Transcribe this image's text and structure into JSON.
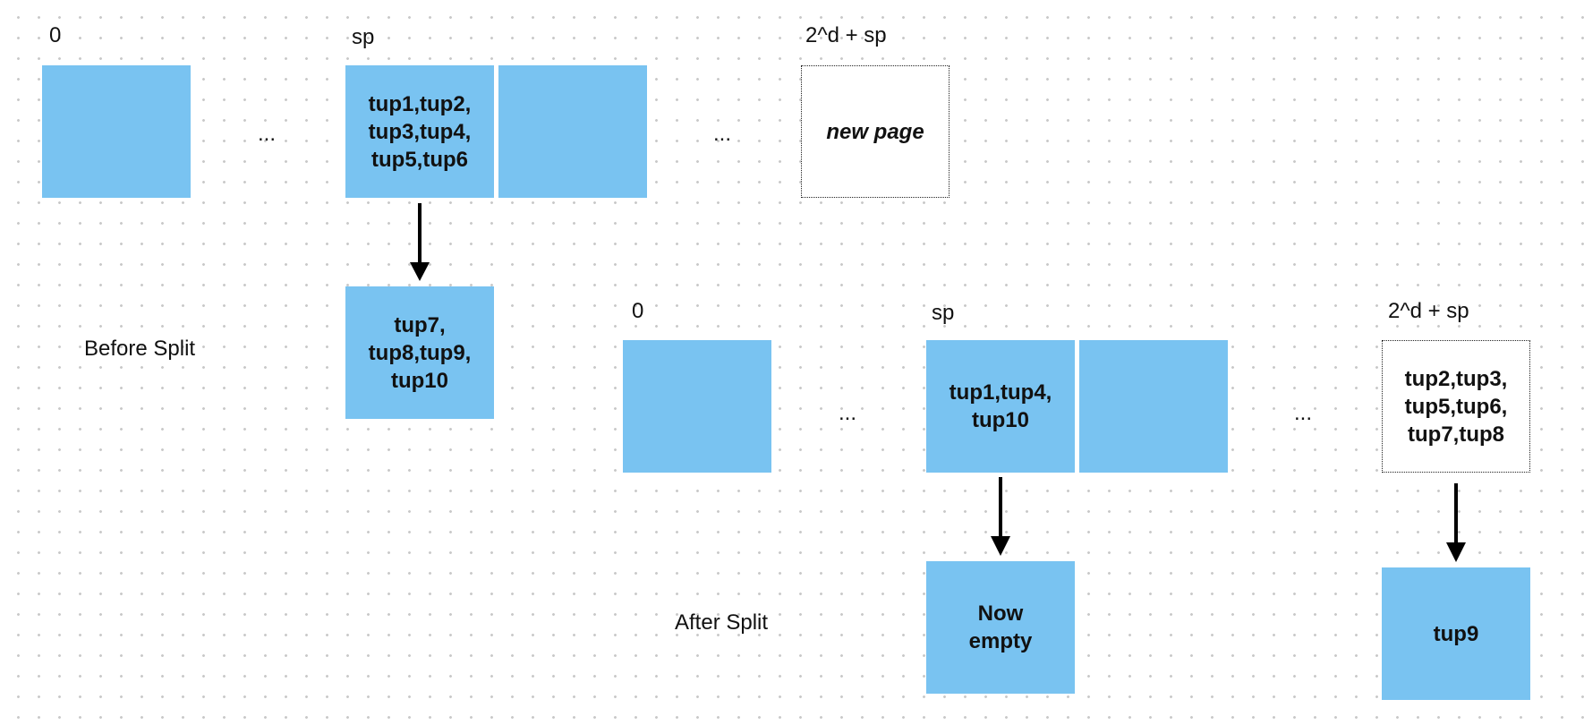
{
  "before": {
    "caption": "Before Split",
    "index_labels": {
      "zero": "0",
      "sp": "sp",
      "new_index": "2^d + sp"
    },
    "ellipses": [
      "...",
      "..."
    ],
    "pages": {
      "first_page": "",
      "sp_page": "tup1,tup2,\ntup3,tup4,\ntup5,tup6",
      "next_page": "",
      "new_page": "new page"
    },
    "overflow_page": "tup7,\ntup8,tup9,\ntup10"
  },
  "after": {
    "caption": "After Split",
    "index_labels": {
      "zero": "0",
      "sp": "sp",
      "new_index": "2^d + sp"
    },
    "ellipses": [
      "...",
      "..."
    ],
    "pages": {
      "first_page": "",
      "sp_page": "tup1,tup4,\ntup10",
      "next_page": "",
      "new_page": "tup2,tup3,\ntup5,tup6,\ntup7,tup8"
    },
    "sp_overflow_page": "Now\nempty",
    "new_overflow_page": "tup9"
  },
  "colors": {
    "page_fill": "#79c3f1",
    "arrow": "#000000"
  }
}
